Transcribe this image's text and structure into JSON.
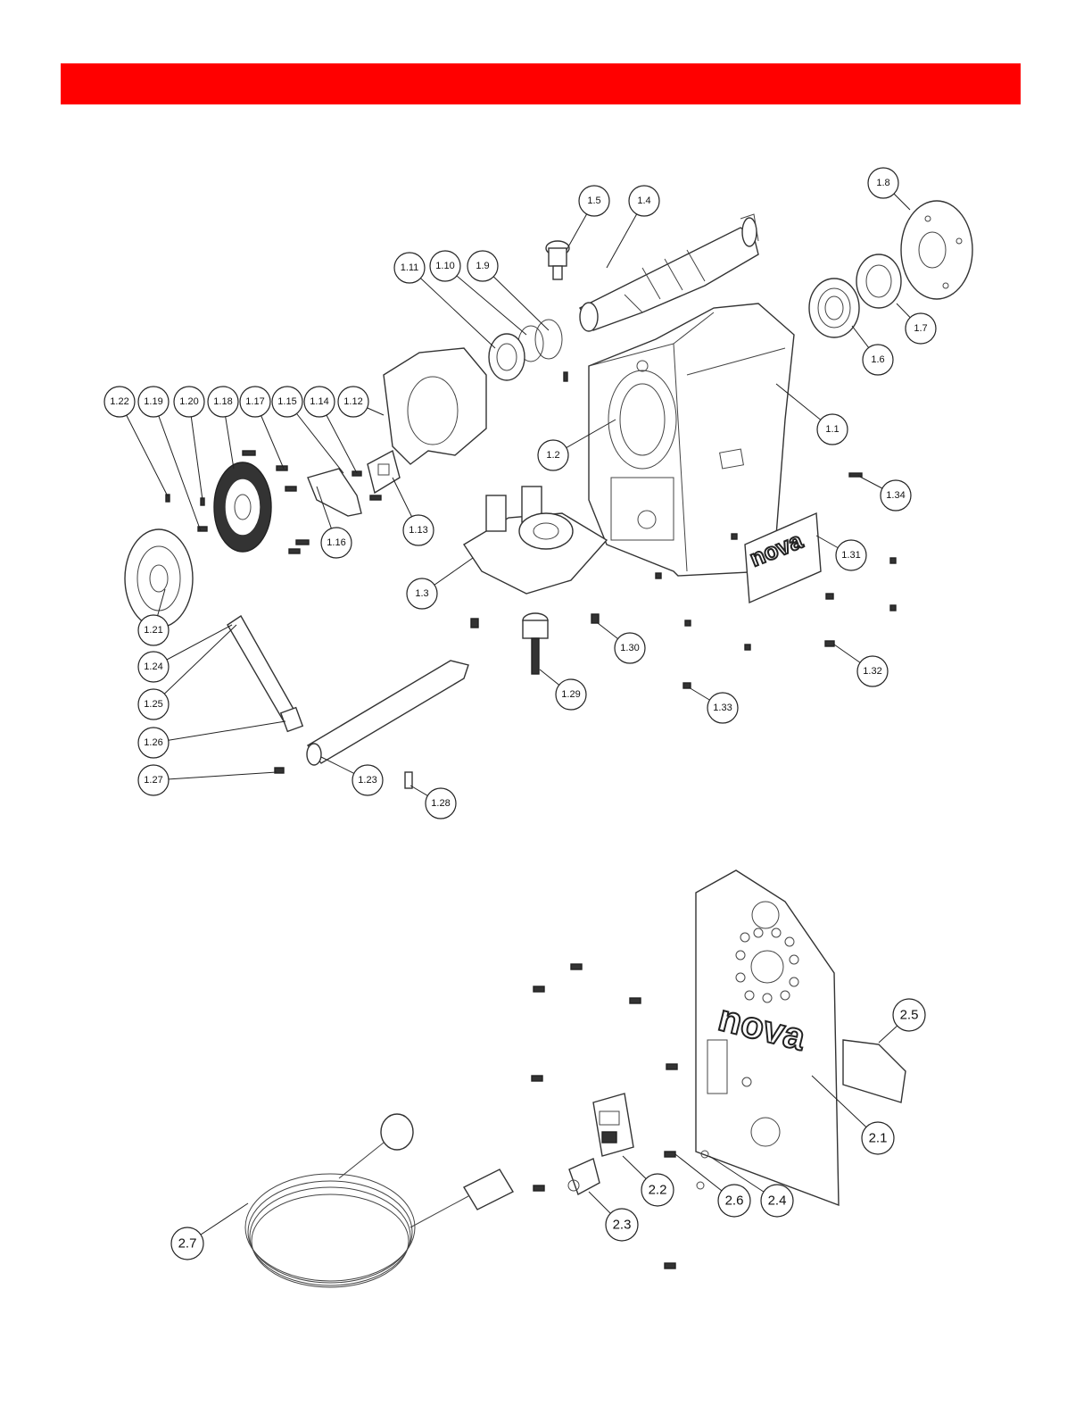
{
  "header": {
    "color": "#ff0000"
  },
  "section_1": {
    "callouts": [
      {
        "label": "1.1"
      },
      {
        "label": "1.2"
      },
      {
        "label": "1.3"
      },
      {
        "label": "1.4"
      },
      {
        "label": "1.5"
      },
      {
        "label": "1.6"
      },
      {
        "label": "1.7"
      },
      {
        "label": "1.8"
      },
      {
        "label": "1.9"
      },
      {
        "label": "1.10"
      },
      {
        "label": "1.11"
      },
      {
        "label": "1.12"
      },
      {
        "label": "1.13"
      },
      {
        "label": "1.14"
      },
      {
        "label": "1.15"
      },
      {
        "label": "1.16"
      },
      {
        "label": "1.17"
      },
      {
        "label": "1.18"
      },
      {
        "label": "1.19"
      },
      {
        "label": "1.20"
      },
      {
        "label": "1.21"
      },
      {
        "label": "1.22"
      },
      {
        "label": "1.23"
      },
      {
        "label": "1.24"
      },
      {
        "label": "1.25"
      },
      {
        "label": "1.26"
      },
      {
        "label": "1.27"
      },
      {
        "label": "1.28"
      },
      {
        "label": "1.29"
      },
      {
        "label": "1.30"
      },
      {
        "label": "1.31"
      },
      {
        "label": "1.32"
      },
      {
        "label": "1.33"
      },
      {
        "label": "1.34"
      }
    ]
  },
  "section_2": {
    "callouts": [
      {
        "label": "2.1"
      },
      {
        "label": "2.2"
      },
      {
        "label": "2.3"
      },
      {
        "label": "2.4"
      },
      {
        "label": "2.5"
      },
      {
        "label": "2.6"
      },
      {
        "label": "2.7"
      }
    ]
  },
  "logos": {
    "brand": "nova"
  }
}
